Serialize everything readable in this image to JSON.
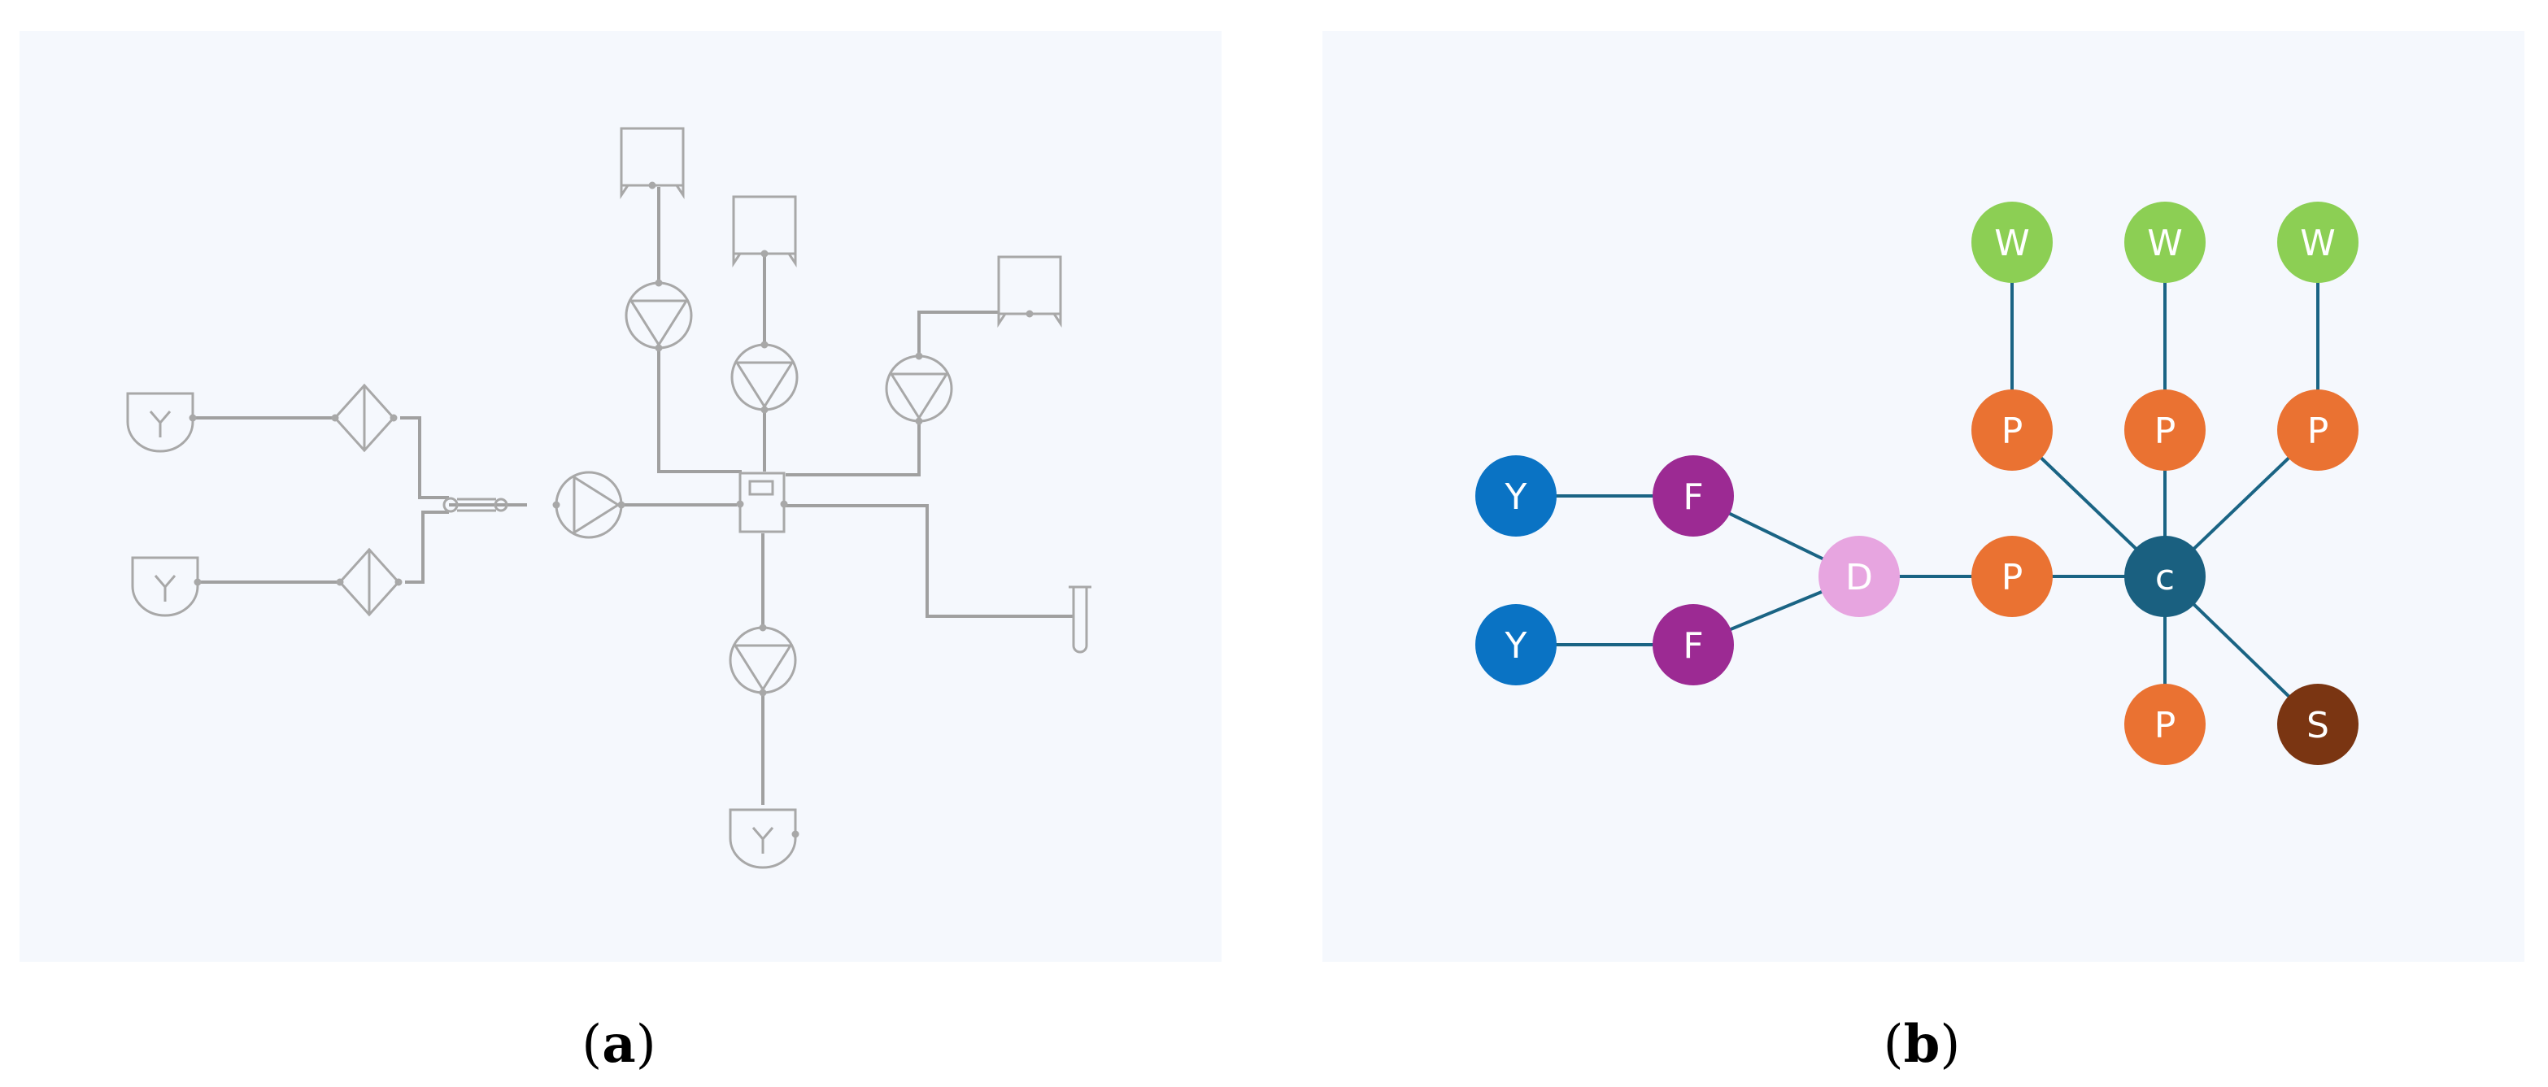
{
  "colors": {
    "panel_bg": "#f5f8fd",
    "edge": "#1a6484",
    "W": "#8ccf54",
    "P": "#ea7232",
    "Y": "#0a73c4",
    "F": "#9c2a93",
    "D": "#e7a5e0",
    "c": "#1a6080",
    "S": "#7a3512",
    "symbol_stroke": "#a8a8a8"
  },
  "panel_a": {
    "caption_open": "(",
    "caption_letter": "a",
    "caption_close": ")",
    "symbols": [
      "feed-vessel-icon",
      "filter-icon",
      "pump-icon",
      "mixer-icon",
      "tank-icon",
      "test-tube-icon"
    ]
  },
  "panel_b": {
    "caption_open": "(",
    "caption_letter": "b",
    "caption_close": ")",
    "nodes": [
      {
        "id": "y1",
        "label": "Y",
        "type": "Y"
      },
      {
        "id": "y2",
        "label": "Y",
        "type": "Y"
      },
      {
        "id": "f1",
        "label": "F",
        "type": "F"
      },
      {
        "id": "f2",
        "label": "F",
        "type": "F"
      },
      {
        "id": "d",
        "label": "D",
        "type": "D"
      },
      {
        "id": "p0",
        "label": "P",
        "type": "P"
      },
      {
        "id": "c",
        "label": "c",
        "type": "c"
      },
      {
        "id": "p1",
        "label": "P",
        "type": "P"
      },
      {
        "id": "p2",
        "label": "P",
        "type": "P"
      },
      {
        "id": "p3",
        "label": "P",
        "type": "P"
      },
      {
        "id": "p4",
        "label": "P",
        "type": "P"
      },
      {
        "id": "w1",
        "label": "W",
        "type": "W"
      },
      {
        "id": "w2",
        "label": "W",
        "type": "W"
      },
      {
        "id": "w3",
        "label": "W",
        "type": "W"
      },
      {
        "id": "s",
        "label": "S",
        "type": "S"
      }
    ],
    "edges": [
      [
        "y1",
        "f1"
      ],
      [
        "y2",
        "f2"
      ],
      [
        "f1",
        "d"
      ],
      [
        "f2",
        "d"
      ],
      [
        "d",
        "p0"
      ],
      [
        "p0",
        "c"
      ],
      [
        "c",
        "p1"
      ],
      [
        "c",
        "p2"
      ],
      [
        "c",
        "p3"
      ],
      [
        "c",
        "p4"
      ],
      [
        "c",
        "s"
      ],
      [
        "p1",
        "w1"
      ],
      [
        "p2",
        "w2"
      ],
      [
        "p3",
        "w3"
      ]
    ]
  }
}
